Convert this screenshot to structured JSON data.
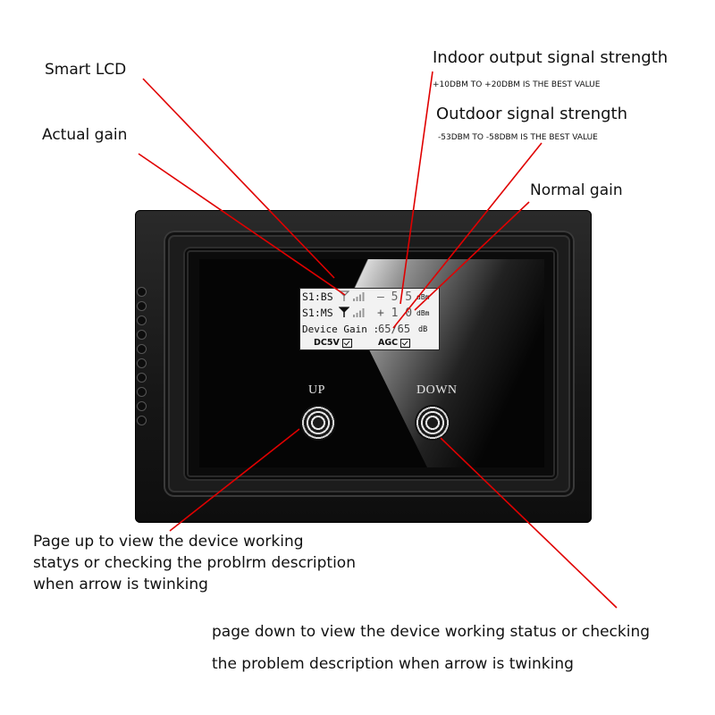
{
  "annotations": {
    "smart_lcd": "Smart LCD",
    "actual_gain": "Actual gain",
    "indoor_output": "Indoor output signal strength",
    "indoor_output_note": "+10DBM TO +20DBM IS THE BEST VALUE",
    "outdoor_signal": "Outdoor signal strength",
    "outdoor_signal_note": "-53DBM TO -58DBM IS THE BEST VALUE",
    "normal_gain": "Normal gain",
    "page_up_desc": [
      "Page up to view the device working",
      "statys or checking the problrm description",
      "when arrow is twinking"
    ],
    "page_down_desc": [
      "page down to view the device working status or checking",
      "the problem description when arrow is twinking"
    ]
  },
  "lcd": {
    "row1_label": "S1:BS",
    "row1_value": "— 5 5",
    "row1_unit": "dBm",
    "row2_label": "S1:MS",
    "row2_value": "+ 1 0",
    "row2_unit": "dBm",
    "gain_label": "Device Gain :",
    "gain_value": "65/65",
    "gain_unit": "dB",
    "status_dc": "DC5V",
    "status_agc": "AGC"
  },
  "buttons": {
    "up_label": "UP",
    "down_label": "DOWN"
  },
  "colors": {
    "annotation_line": "#e00000",
    "device_body": "#1a1a1a",
    "lcd_background": "#f2f2f2"
  },
  "icons": [
    "antenna-icon",
    "signal-bars-icon",
    "checkbox-icon"
  ]
}
